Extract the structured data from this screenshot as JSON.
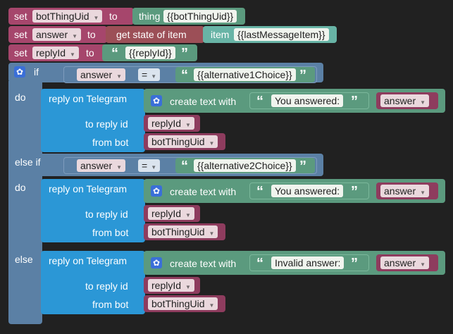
{
  "workspace": {
    "background": "#212121"
  },
  "colors": {
    "variables": "#a6466c",
    "text": "#5b9a7e",
    "logic": "#5b80a5",
    "telegram": "#2b97d6",
    "item": "#9c4f57"
  },
  "icons": {
    "mutator": "gear-icon",
    "quote_open": "“",
    "quote_close": "”",
    "dropdown": "▾"
  },
  "row1": {
    "set": "set",
    "var": "botThingUid",
    "to": "to",
    "source": "thing",
    "value": "{{botThingUid}}"
  },
  "row2": {
    "set": "set",
    "var": "answer",
    "to": "to",
    "source": "get state of item",
    "item": "item",
    "value": "{{lastMessageItem}}"
  },
  "row3": {
    "set": "set",
    "var": "replyId",
    "to": "to",
    "value": "{{replyId}}"
  },
  "if_block": {
    "if": "if",
    "else_if": "else if",
    "do": "do",
    "else": "else",
    "cond1": {
      "var": "answer",
      "op": "=",
      "value": "{{alternative1Choice}}"
    },
    "cond2": {
      "var": "answer",
      "op": "=",
      "value": "{{alternative2Choice}}"
    }
  },
  "replies": [
    {
      "title": "reply on Telegram",
      "create": "create text with",
      "text": "You answered:",
      "var": "answer",
      "to_reply": "to reply id",
      "reply_var": "replyId",
      "from_bot": "from bot",
      "bot_var": "botThingUid"
    },
    {
      "title": "reply on Telegram",
      "create": "create text with",
      "text": "You answered:",
      "var": "answer",
      "to_reply": "to reply id",
      "reply_var": "replyId",
      "from_bot": "from bot",
      "bot_var": "botThingUid"
    },
    {
      "title": "reply on Telegram",
      "create": "create text with",
      "text": "Invalid answer:",
      "var": "answer",
      "to_reply": "to reply id",
      "reply_var": "replyId",
      "from_bot": "from bot",
      "bot_var": "botThingUid"
    }
  ]
}
